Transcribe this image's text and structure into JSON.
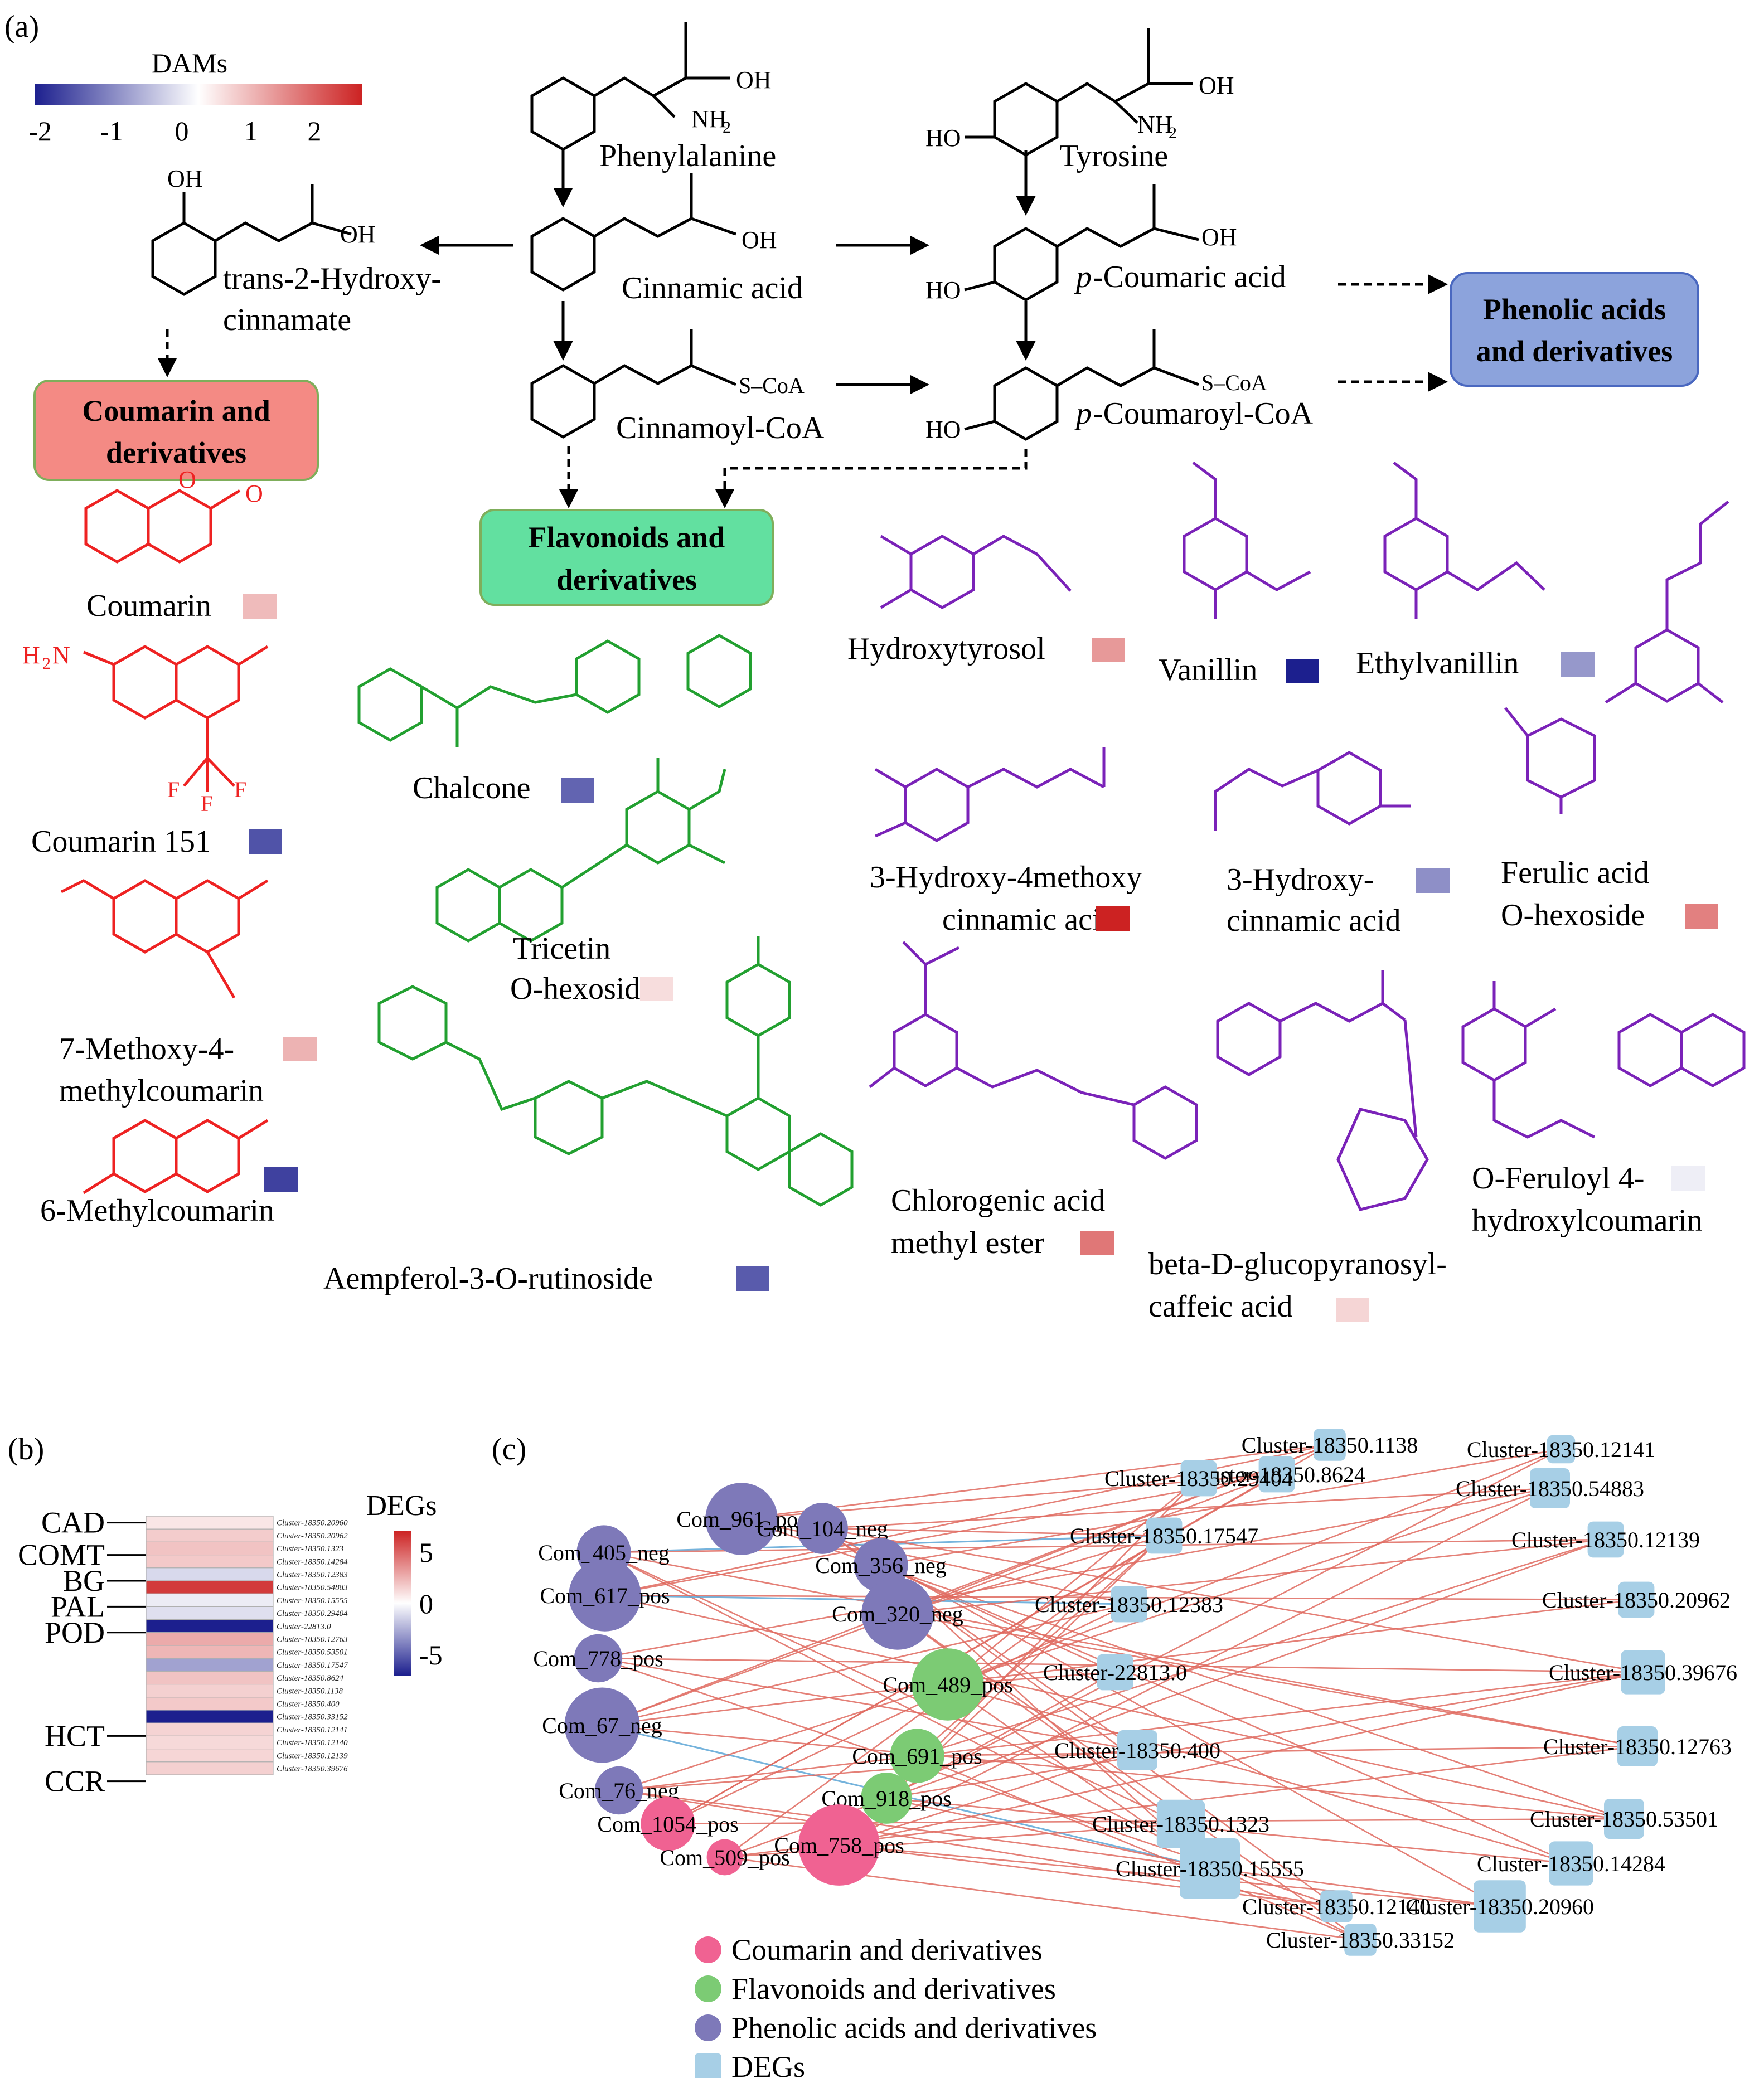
{
  "panels": {
    "a": "(a)",
    "b": "(b)",
    "c": "(c)"
  },
  "colors": {
    "coumarin": "#ee2222",
    "flavonoid": "#22a030",
    "phenolic": "#7a22b8",
    "heat_neg": "#1c1f8e",
    "heat_mid": "#ffffff",
    "heat_pos": "#cc2222",
    "node_coumarin": "#f06292",
    "node_flavonoid": "#7ccb74",
    "node_phenolic": "#7e79b9",
    "node_deg": "#a7cfe6",
    "edge_red": "#e06a60",
    "edge_blue": "#5da6d6",
    "box_coumarin": "#f48a84",
    "box_flavonoid": "#62e0a0",
    "box_phenolic": "#8ca3dc"
  },
  "dams_legend": {
    "title": "DAMs",
    "ticks": [
      "-2",
      "-1",
      "0",
      "1",
      "2"
    ]
  },
  "pathway": {
    "compounds": {
      "phenylalanine": "Phenylalanine",
      "tyrosine": "Tyrosine",
      "cinnamic": "Cinnamic acid",
      "pcoumaric_prefix": "p",
      "pcoumaric": "-Coumaric acid",
      "cinnamoyl": "Cinnamoyl-CoA",
      "pcoumaroyl_prefix": "p",
      "pcoumaroyl": "-Coumaroyl-CoA",
      "hydroxycinn_1": "trans-2-Hydroxy-",
      "hydroxycinn_2": "cinnamate"
    },
    "atoms": {
      "oh": "OH",
      "ho": "HO",
      "nh2": "NH",
      "nh2_sub": "2",
      "scoa": "S–CoA",
      "o": "O",
      "f": "F",
      "h2n": "H",
      "h2n_sub": "2",
      "h2n_n": "N"
    },
    "classes": {
      "coumarin_1": "Coumarin and",
      "coumarin_2": "derivatives",
      "flavonoid_1": "Flavonoids and",
      "flavonoid_2": "derivatives",
      "phenolic_1": "Phenolic acids",
      "phenolic_2": "and derivatives"
    },
    "coumarins": [
      {
        "label": "Coumarin",
        "dam": 0.8
      },
      {
        "label": "Coumarin 151",
        "dam": -2.0
      },
      {
        "label_1": "7-Methoxy-4-",
        "label_2": "methylcoumarin",
        "dam": 0.9
      },
      {
        "label": "6-Methylcoumarin",
        "dam": -2.2
      }
    ],
    "flavonoids": [
      {
        "label": "Chalcone",
        "dam": -1.8
      },
      {
        "label_1": "Tricetin",
        "label_2": "O-hexoside",
        "dam": 0.4
      },
      {
        "label": "Aempferol-3-O-rutinoside",
        "dam": -1.9
      }
    ],
    "phenolics": [
      {
        "label": "Hydroxytyrosol",
        "dam": 1.2
      },
      {
        "label": "Vanillin",
        "dam": -2.6
      },
      {
        "label": "Ethylvanillin",
        "dam": -1.2
      },
      {
        "label_1": "3-Hydroxy-4methoxy",
        "label_2": "cinnamic acid",
        "dam": 2.6
      },
      {
        "label_1": "3-Hydroxy-",
        "label_2": "cinnamic acid",
        "dam": -1.3
      },
      {
        "label_1": "Ferulic acid",
        "label_2": "O-hexoside",
        "dam": 1.5
      },
      {
        "label_1": "Chlorogenic acid",
        "label_2": "methyl ester",
        "dam": 1.6
      },
      {
        "label_1": "beta-D-glucopyranosyl-",
        "label_2": "caffeic acid",
        "dam": 0.5
      },
      {
        "label_1": "O-Feruloyl 4-",
        "label_2": "hydroxylcoumarin",
        "dam": -0.2
      }
    ]
  },
  "heatmap": {
    "legend_title": "DEGs",
    "legend_ticks": [
      "5",
      "0",
      "-5"
    ],
    "genes": [
      {
        "name": "CAD",
        "row": 0.5
      },
      {
        "name": "COMT",
        "row": 3
      },
      {
        "name": "BG",
        "row": 5
      },
      {
        "name": "PAL",
        "row": 7
      },
      {
        "name": "POD",
        "row": 9
      },
      {
        "name": "HCT",
        "row": 17
      },
      {
        "name": "CCR",
        "row": 20.5
      }
    ],
    "rows": [
      {
        "id": "Cluster-18350.20960",
        "value": 0.8
      },
      {
        "id": "Cluster-18350.20962",
        "value": 1.6
      },
      {
        "id": "Cluster-18350.1323",
        "value": 1.9
      },
      {
        "id": "Cluster-18350.14284",
        "value": 1.7
      },
      {
        "id": "Cluster-18350.12383",
        "value": -1.2
      },
      {
        "id": "Cluster-18350.54883",
        "value": 6.2
      },
      {
        "id": "Cluster-18350.15555",
        "value": -0.6
      },
      {
        "id": "Cluster-18350.29404",
        "value": -1.0
      },
      {
        "id": "Cluster-22813.0",
        "value": -7.0
      },
      {
        "id": "Cluster-18350.12763",
        "value": 2.7
      },
      {
        "id": "Cluster-18350.53501",
        "value": 2.3
      },
      {
        "id": "Cluster-18350.17547",
        "value": -2.9
      },
      {
        "id": "Cluster-18350.8624",
        "value": 1.9
      },
      {
        "id": "Cluster-18350.1138",
        "value": 1.5
      },
      {
        "id": "Cluster-18350.400",
        "value": 1.7
      },
      {
        "id": "Cluster-18350.33152",
        "value": -7.2
      },
      {
        "id": "Cluster-18350.12141",
        "value": 1.4
      },
      {
        "id": "Cluster-18350.12140",
        "value": 1.2
      },
      {
        "id": "Cluster-18350.12139",
        "value": 1.3
      },
      {
        "id": "Cluster-18350.39676",
        "value": 1.5
      }
    ]
  },
  "network": {
    "metabolites": [
      {
        "id": "m1",
        "label": "Com_961_pos",
        "class": "phenolic",
        "size": 1.2
      },
      {
        "id": "m2",
        "label": "Com_405_neg",
        "class": "phenolic",
        "size": 0.9
      },
      {
        "id": "m3",
        "label": "Com_104_neg",
        "class": "phenolic",
        "size": 0.85
      },
      {
        "id": "m4",
        "label": "Com_356_neg",
        "class": "phenolic",
        "size": 0.9
      },
      {
        "id": "m5",
        "label": "Com_617_pos",
        "class": "phenolic",
        "size": 1.2
      },
      {
        "id": "m6",
        "label": "Com_320_neg",
        "class": "phenolic",
        "size": 1.2
      },
      {
        "id": "m7",
        "label": "Com_778_pos",
        "class": "phenolic",
        "size": 0.8
      },
      {
        "id": "m8",
        "label": "Com_489_pos",
        "class": "flavonoid",
        "size": 1.2
      },
      {
        "id": "m9",
        "label": "Com_67_neg",
        "class": "phenolic",
        "size": 1.25
      },
      {
        "id": "m10",
        "label": "Com_691_pos",
        "class": "flavonoid",
        "size": 0.9
      },
      {
        "id": "m11",
        "label": "Com_76_neg",
        "class": "phenolic",
        "size": 0.8
      },
      {
        "id": "m12",
        "label": "Com_918_pos",
        "class": "flavonoid",
        "size": 0.85
      },
      {
        "id": "m13",
        "label": "Com_1054_pos",
        "class": "coumarin",
        "size": 0.9
      },
      {
        "id": "m14",
        "label": "Com_509_pos",
        "class": "coumarin",
        "size": 0.6
      },
      {
        "id": "m15",
        "label": "Com_758_pos",
        "class": "coumarin",
        "size": 1.35
      }
    ],
    "degs": [
      {
        "id": "d1",
        "label": "Cluster-18350.1138",
        "size": 0.8
      },
      {
        "id": "d2",
        "label": "Cluster-18350.8624",
        "size": 0.9
      },
      {
        "id": "d3",
        "label": "Cluster-18350.12141",
        "size": 0.7
      },
      {
        "id": "d4",
        "label": "Cluster-18350.29404",
        "size": 0.9
      },
      {
        "id": "d5",
        "label": "Cluster-18350.54883",
        "size": 1.0
      },
      {
        "id": "d6",
        "label": "Cluster-18350.17547",
        "size": 0.9
      },
      {
        "id": "d7",
        "label": "Cluster-18350.12139",
        "size": 0.9
      },
      {
        "id": "d8",
        "label": "Cluster-18350.12383",
        "size": 0.9
      },
      {
        "id": "d9",
        "label": "Cluster-18350.20962",
        "size": 0.9
      },
      {
        "id": "d10",
        "label": "Cluster-22813.0",
        "size": 0.9
      },
      {
        "id": "d11",
        "label": "Cluster-18350.39676",
        "size": 1.1
      },
      {
        "id": "d12",
        "label": "Cluster-18350.400",
        "size": 1.0
      },
      {
        "id": "d13",
        "label": "Cluster-18350.12763",
        "size": 1.0
      },
      {
        "id": "d14",
        "label": "Cluster-18350.1323",
        "size": 1.2
      },
      {
        "id": "d15",
        "label": "Cluster-18350.53501",
        "size": 1.0
      },
      {
        "id": "d16",
        "label": "Cluster-18350.15555",
        "size": 1.5
      },
      {
        "id": "d17",
        "label": "Cluster-18350.14284",
        "size": 1.1
      },
      {
        "id": "d18",
        "label": "Cluster-18350.12140",
        "size": 0.8
      },
      {
        "id": "d19",
        "label": "Cluster-18350.20960",
        "size": 1.3
      },
      {
        "id": "d20",
        "label": "Cluster-18350.33152",
        "size": 0.8
      }
    ],
    "legend": [
      {
        "label": "Coumarin and derivatives",
        "class": "coumarin"
      },
      {
        "label": "Flavonoids and derivatives",
        "class": "flavonoid"
      },
      {
        "label": "Phenolic acids and derivatives",
        "class": "phenolic"
      },
      {
        "label": "DEGs",
        "class": "deg"
      }
    ]
  }
}
